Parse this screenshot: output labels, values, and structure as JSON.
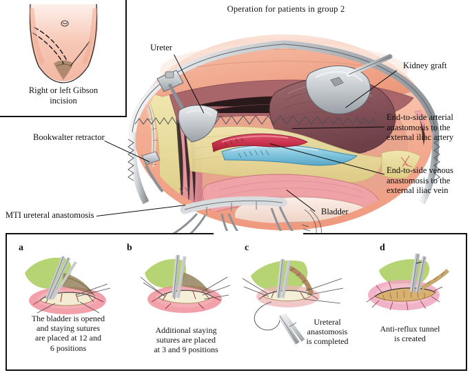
{
  "figure": {
    "title": "Operation for patients in group 2",
    "type": "surgical-illustration",
    "subject": "Kidney transplantation with MTI ureteral anastomosis"
  },
  "inset": {
    "name": "gibson-incision-inset",
    "caption_line1": "Right or left Gibson",
    "caption_line2": "incision"
  },
  "labels": {
    "ureter": "Ureter",
    "kidney_graft": "Kidney graft",
    "arterial_anastomosis_l1": "End-to-side arterial",
    "arterial_anastomosis_l2": "anastomosis to the",
    "arterial_anastomosis_l3": "external iliac artery",
    "venous_anastomosis_l1": "End-to-side venous",
    "venous_anastomosis_l2": "anastomosis to the",
    "venous_anastomosis_l3": "external iliac vein",
    "bookwalter_retractor": "Bookwalter retractor",
    "mti_ureteral_anastomosis": "MTI ureteral anastomosis",
    "bladder": "Bladder"
  },
  "panels": [
    {
      "letter": "a",
      "caption": "The bladder is opened\nand staying sutures\nare placed at 12 and\n6 positions",
      "caption_lines": [
        "The bladder is opened",
        "and staying sutures",
        "are placed at 12 and",
        "6 positions"
      ]
    },
    {
      "letter": "b",
      "caption": "Additional staying\nsutures are placed\nat 3 and 9 positions",
      "caption_lines": [
        "Additional staying",
        "sutures are placed",
        "at 3 and 9 positions"
      ]
    },
    {
      "letter": "c",
      "caption": "Ureteral\nanastomosis\nis completed",
      "caption_lines": [
        "Ureteral",
        "anastomosis",
        "is completed"
      ]
    },
    {
      "letter": "d",
      "caption": "Anti-reflux tunnel\nis created",
      "caption_lines": [
        "Anti-reflux tunnel",
        "is created"
      ]
    }
  ],
  "colors": {
    "skin": "#f2a98c",
    "skin_light": "#f8cdbc",
    "fat": "#e8dc9a",
    "muscle_pink": "#e08f94",
    "kidney_graft": "#8a5a62",
    "artery_red": "#c8304a",
    "vein_blue": "#7ec4dd",
    "metal": "#c9cdd0",
    "metal_dark": "#8d9297",
    "green_drape": "#9cc44e",
    "bladder_pink": "#ef97a6",
    "ink": "#111111",
    "bowel": "#f3d9cf"
  }
}
